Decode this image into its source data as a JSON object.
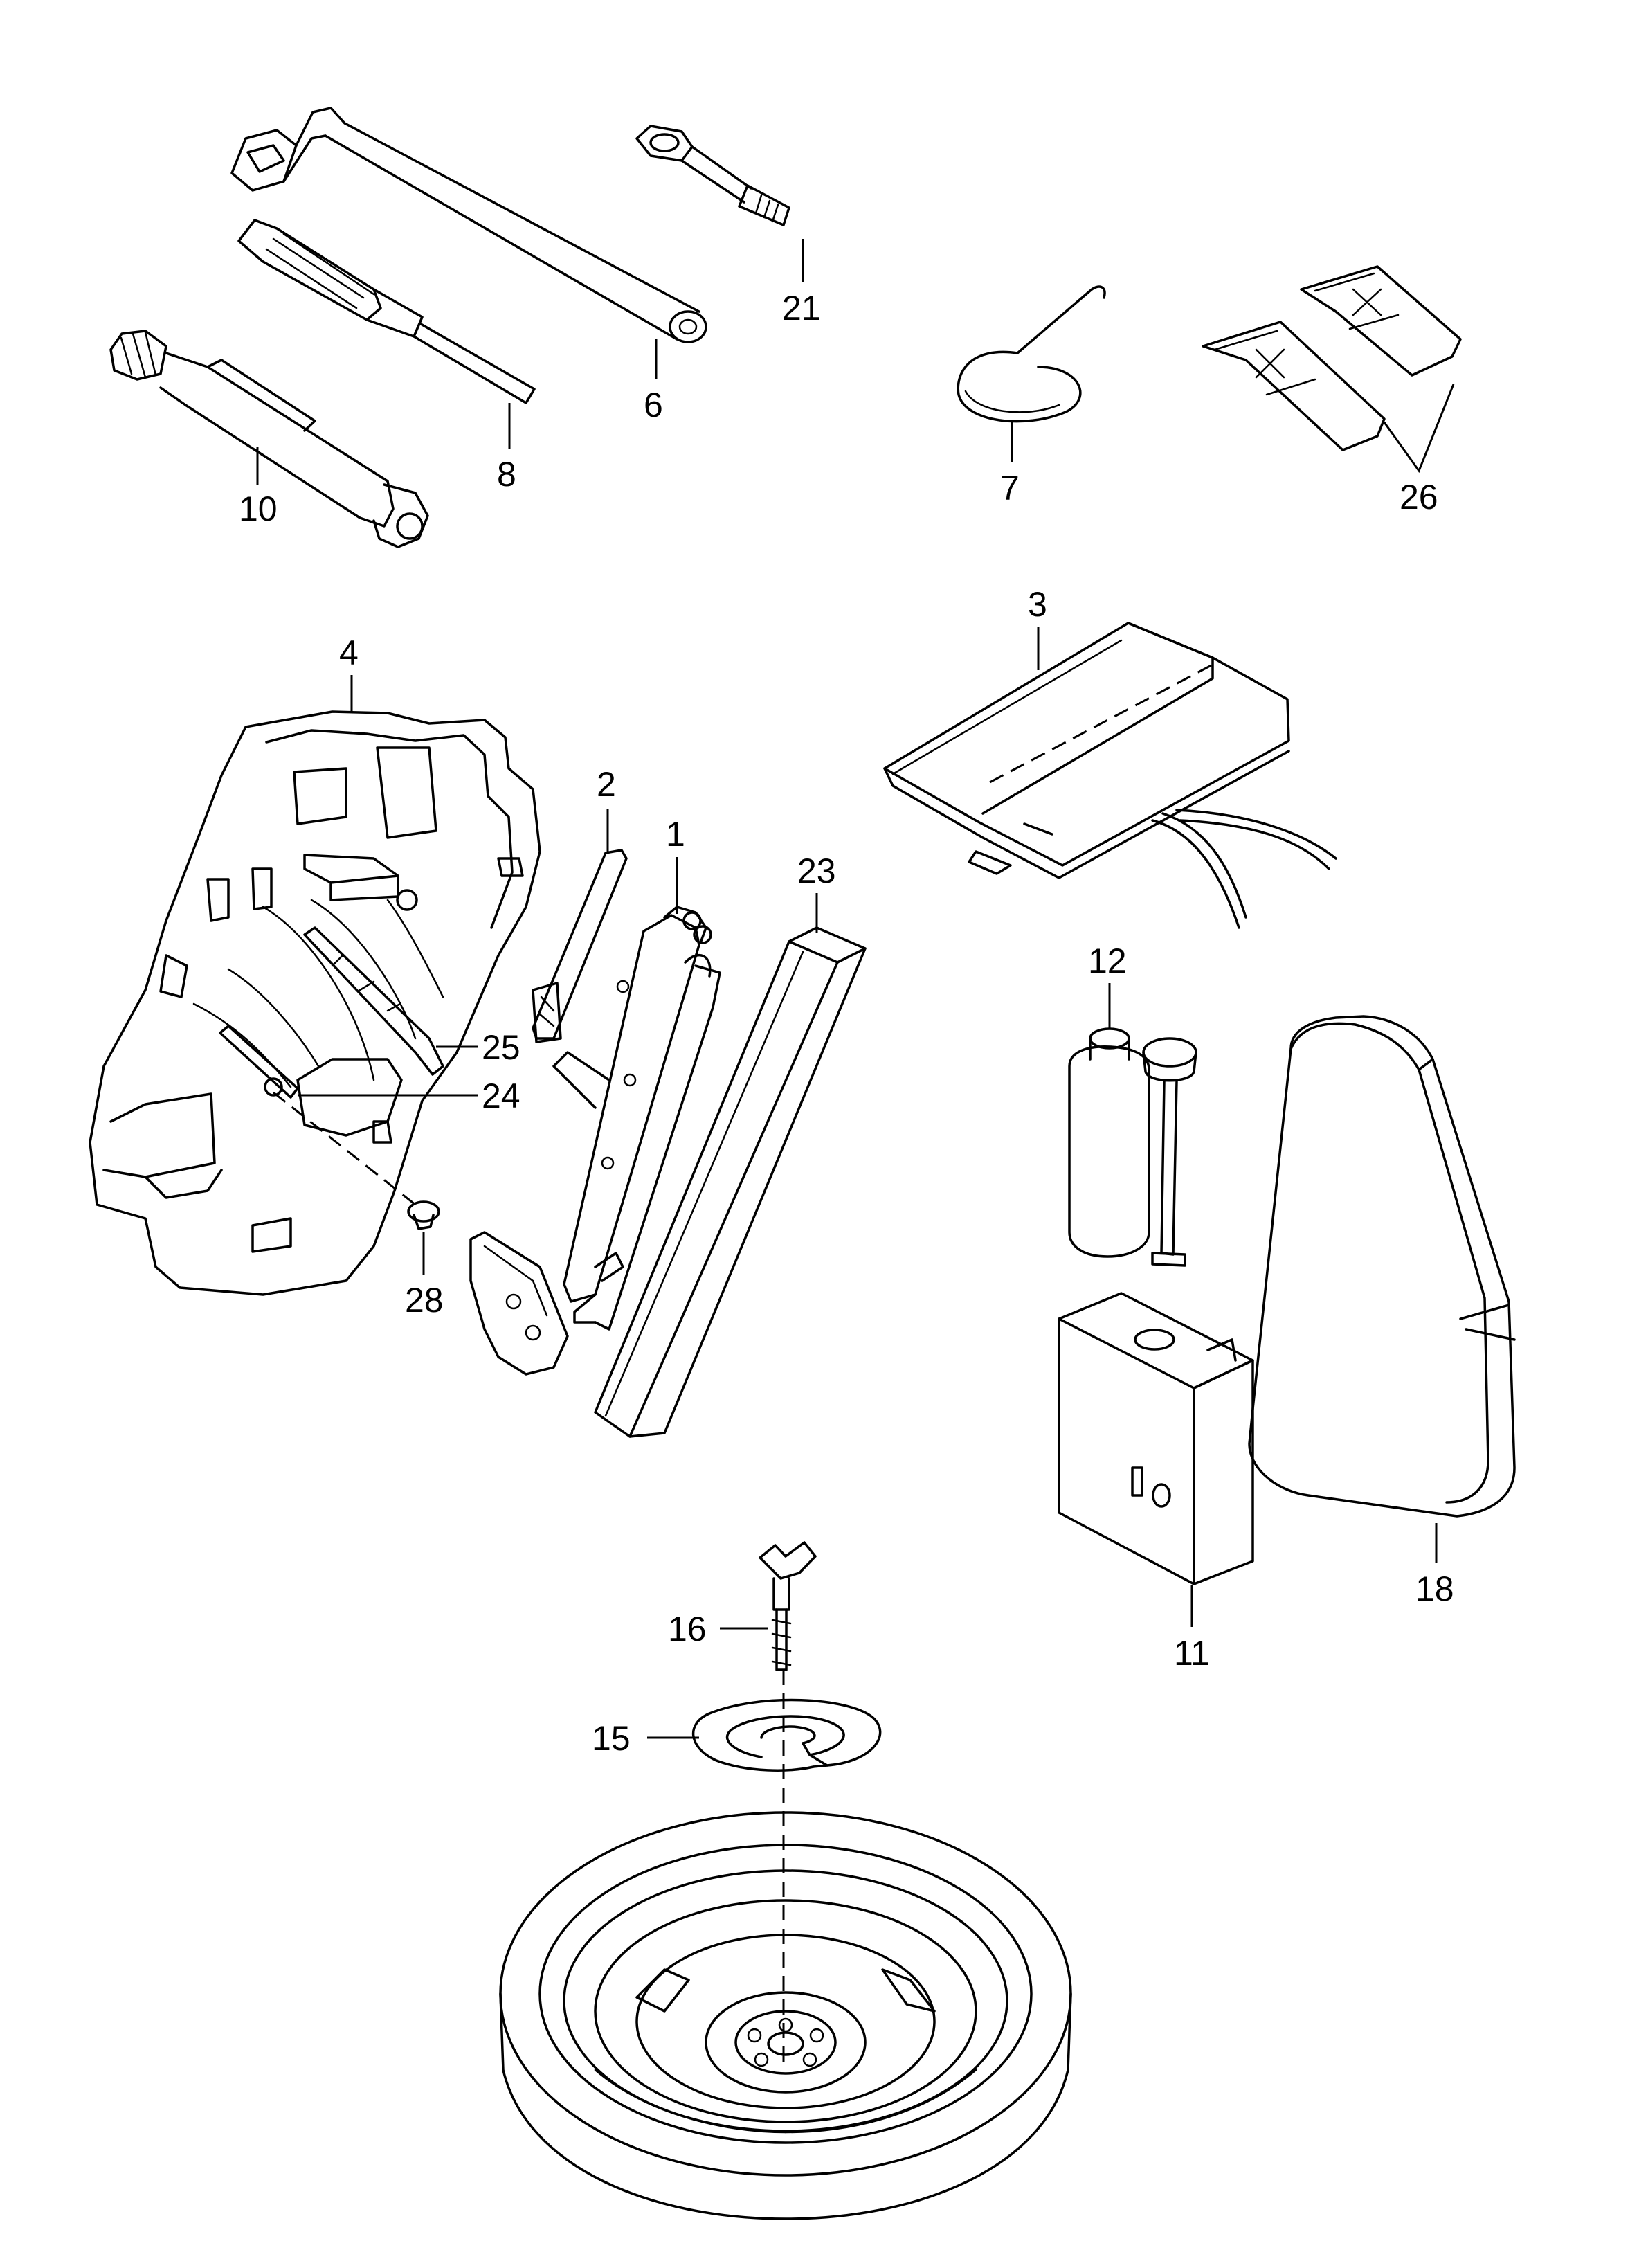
{
  "labels": {
    "p1": "1",
    "p2": "2",
    "p3": "3",
    "p4": "4",
    "p6": "6",
    "p7": "7",
    "p8": "8",
    "p10": "10",
    "p11": "11",
    "p12": "12",
    "p15": "15",
    "p16": "16",
    "p18": "18",
    "p21": "21",
    "p23": "23",
    "p24": "24",
    "p25": "25",
    "p26": "26",
    "p28": "28"
  },
  "colors": {
    "line": "#000000",
    "background": "#ffffff"
  }
}
